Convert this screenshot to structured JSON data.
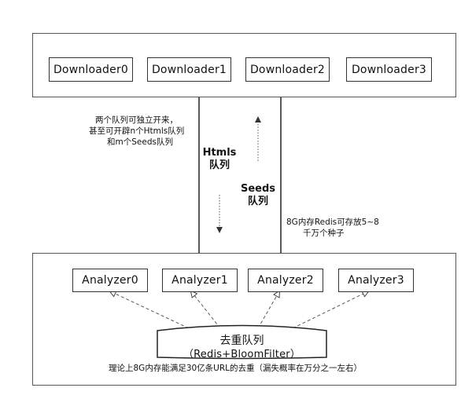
{
  "downloaders": [
    "Downloader0",
    "Downloader1",
    "Downloader2",
    "Downloader3"
  ],
  "analyzers": [
    "Analyzer0",
    "Analyzer1",
    "Analyzer2",
    "Analyzer3"
  ],
  "notes": {
    "queues_line1": "两个队列可独立开来，",
    "queues_line2": "甚至可开辟n个Htmls队列",
    "queues_line3": "和m个Seeds队列",
    "redis_line1": "8G内存Redis可存放5~8",
    "redis_line2": "千万个种子",
    "bottom": "理论上8G内存能满足30亿条URL的去重（漏失概率在万分之一左右）"
  },
  "queues": {
    "htmls_line1": "Htmls",
    "htmls_line2": "队列",
    "seeds_line1": "Seeds",
    "seeds_line2": "队列"
  },
  "dedup": {
    "title": "去重队列",
    "subtitle": "（Redis+BloomFilter）"
  }
}
